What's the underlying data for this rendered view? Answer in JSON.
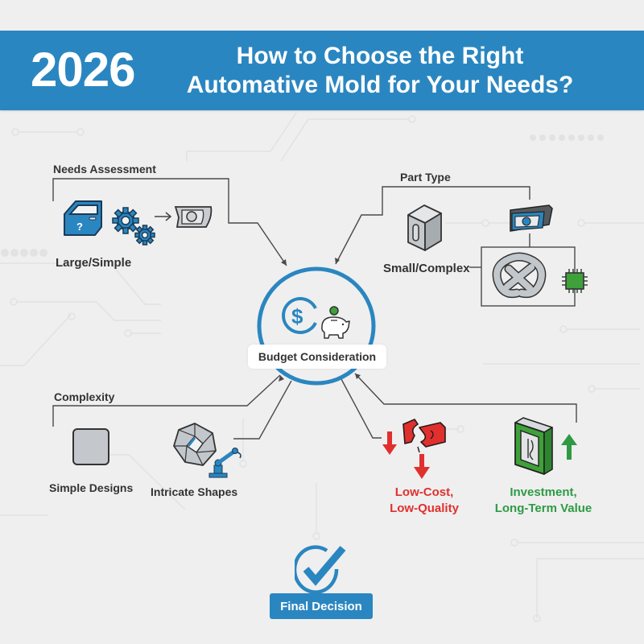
{
  "header": {
    "year": "2026",
    "title_line1": "How to Choose the Right",
    "title_line2": "Automative Mold for Your Needs?",
    "background_color": "#2a86c0"
  },
  "center": {
    "label": "Budget Consideration",
    "icons": [
      "dollar-coin-icon",
      "piggy-bank-icon"
    ],
    "ring_color": "#2a86c0"
  },
  "nodes": {
    "needs_assessment": {
      "heading": "Needs Assessment",
      "caption": "Large/Simple",
      "icons": [
        "car-door-icon",
        "gears-icon",
        "arrow-right-icon",
        "headlight-housing-icon"
      ]
    },
    "part_type": {
      "heading": "Part Type",
      "caption": "Small/Complex",
      "icons": [
        "metal-block-icon",
        "sensor-housing-icon",
        "interlocking-knot-icon",
        "chip-icon"
      ]
    },
    "complexity": {
      "heading": "Complexity",
      "options": [
        {
          "caption": "Simple Designs",
          "icon": "simple-square-icon"
        },
        {
          "caption": "Intricate Shapes",
          "icon": "gem-shape-icon",
          "secondary_icon": "robot-arm-icon"
        }
      ]
    },
    "low_cost": {
      "line1": "Low-Cost,",
      "line2": "Low-Quality",
      "icons": [
        "down-arrow-icon",
        "broken-mold-icon",
        "down-arrow-icon"
      ],
      "color": "#e0302e"
    },
    "investment": {
      "line1": "Investment,",
      "line2": "Long-Term Value",
      "icons": [
        "green-mold-icon",
        "up-arrow-icon"
      ],
      "color": "#2e9a44"
    }
  },
  "final": {
    "label": "Final Decision",
    "icon": "checkmark-circle-icon"
  }
}
